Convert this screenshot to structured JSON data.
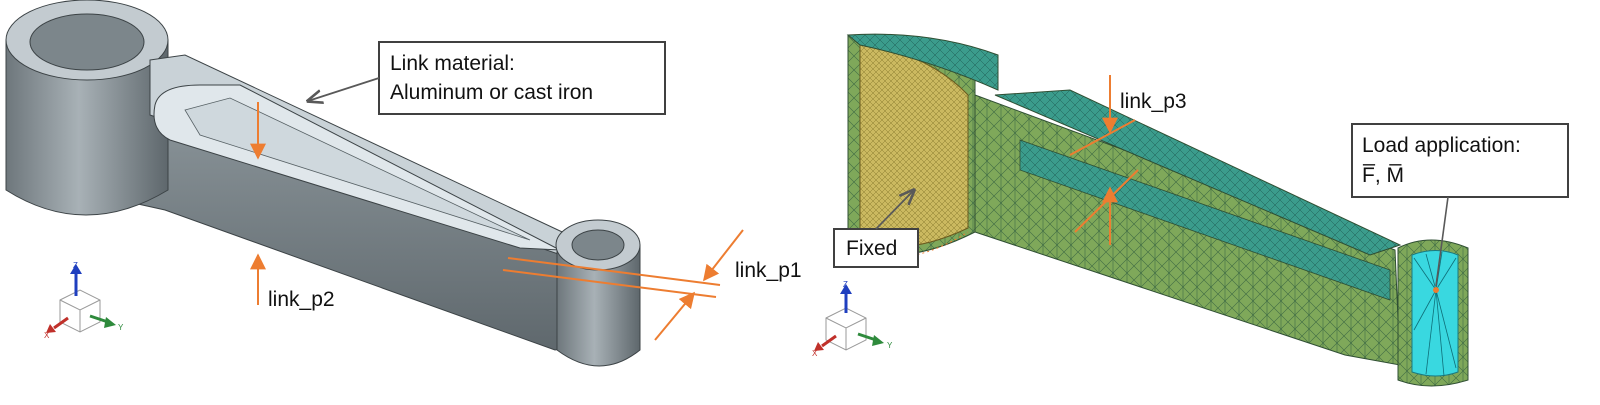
{
  "left_panel": {
    "callout_material": {
      "line1": "Link material:",
      "line2": "Aluminum or cast iron"
    },
    "param_p1": "link_p1",
    "param_p2": "link_p2"
  },
  "right_panel": {
    "callout_fixed": "Fixed",
    "callout_load": {
      "line1": "Load application:",
      "line2": "F̅, M̅"
    },
    "param_p3": "link_p3"
  },
  "triad": {
    "x": "X",
    "y": "Y",
    "z": "Z"
  },
  "colors": {
    "cad_body": "#7b858a",
    "cad_top": "#b9c2c7",
    "cad_highlight": "#dde4e8",
    "mesh_green": "#7fa85a",
    "mesh_teal": "#2f8f8a",
    "mesh_yellow": "#d4c46a",
    "load_cyan": "#39d8e0",
    "dimension_orange": "#ed7d31",
    "leader_gray": "#595959"
  }
}
